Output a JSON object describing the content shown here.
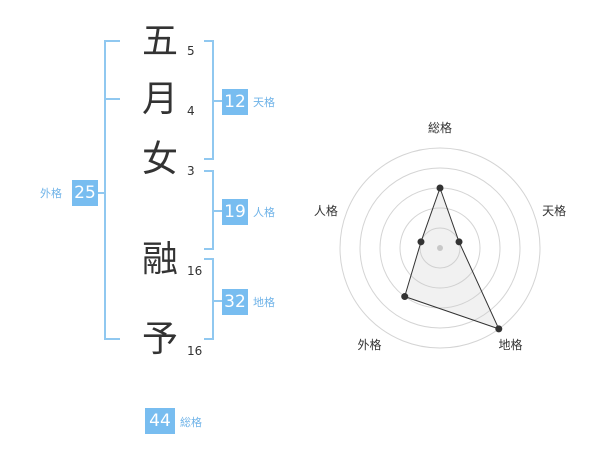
{
  "name": {
    "characters": [
      "五",
      "月",
      "女",
      "融",
      "予"
    ],
    "strokes": [
      "5",
      "4",
      "3",
      "16",
      "16"
    ]
  },
  "fortune": {
    "tenkaku": {
      "value": "12",
      "label": "天格"
    },
    "jinkaku": {
      "value": "19",
      "label": "人格"
    },
    "chikaku": {
      "value": "32",
      "label": "地格"
    },
    "gaikaku": {
      "value": "25",
      "label": "外格"
    },
    "soukaku": {
      "value": "44",
      "label": "総格"
    }
  },
  "chart_data": {
    "type": "radar",
    "axes": [
      "総格",
      "天格",
      "地格",
      "外格",
      "人格"
    ],
    "values": [
      3,
      1,
      5,
      3,
      1
    ],
    "max": 5,
    "rings": 5
  }
}
